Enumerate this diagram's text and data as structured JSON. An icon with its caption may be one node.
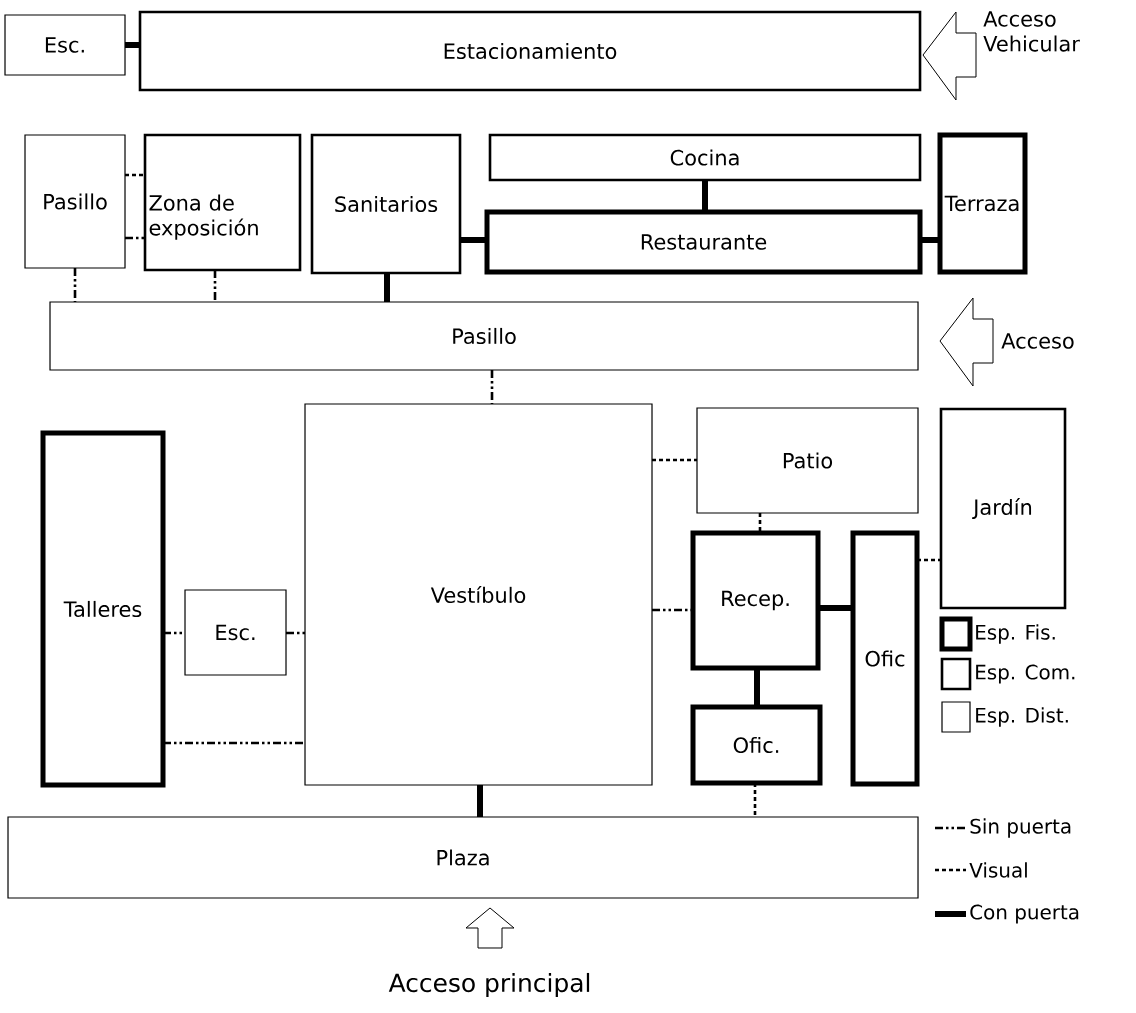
{
  "diagram": {
    "nodes": [
      {
        "text": [
          "Esc."
        ]
      },
      {
        "text": [
          "Estacionamiento"
        ]
      },
      {
        "text": [
          "Pasillo"
        ]
      },
      {
        "text": [
          "Zona de exposición"
        ]
      },
      {
        "text": [
          "Sanitarios"
        ]
      },
      {
        "text": [
          "Cocina"
        ]
      },
      {
        "text": [
          "Restaurante"
        ]
      },
      {
        "text": [
          "Terraza"
        ]
      },
      {
        "text": [
          "Pasillo"
        ]
      },
      {
        "text": [
          "Vestíbulo"
        ]
      },
      {
        "text": [
          "Patio"
        ]
      },
      {
        "text": [
          "Jardín"
        ]
      },
      {
        "text": [
          "Talleres"
        ]
      },
      {
        "text": [
          "Esc."
        ]
      },
      {
        "text": [
          "Recep."
        ]
      },
      {
        "text": [
          "Ofic"
        ]
      },
      {
        "text": [
          "Ofic."
        ]
      },
      {
        "text": [
          "Plaza"
        ]
      }
    ],
    "edges": [
      {
        "from": 0,
        "to": 1,
        "arrow": "none",
        "style": "thick"
      },
      {
        "from": 2,
        "to": 3,
        "arrow": "none",
        "style": "dashed"
      },
      {
        "from": 2,
        "to": 3,
        "arrow": "none",
        "style": "dashed"
      },
      {
        "from": 2,
        "to": 8,
        "arrow": "none",
        "style": "dashed"
      },
      {
        "from": 3,
        "to": 8,
        "arrow": "none",
        "style": "dashed"
      },
      {
        "from": 4,
        "to": 8,
        "arrow": "none",
        "style": "thick"
      },
      {
        "from": 4,
        "to": 6,
        "arrow": "none",
        "style": "thick"
      },
      {
        "from": 5,
        "to": 6,
        "arrow": "none",
        "style": "thick"
      },
      {
        "from": 6,
        "to": 7,
        "arrow": "none",
        "style": "thick"
      },
      {
        "from": 8,
        "to": 9,
        "arrow": "none",
        "style": "dashed"
      },
      {
        "from": 9,
        "to": 10,
        "arrow": "none",
        "style": "dashed"
      },
      {
        "from": 9,
        "to": 14,
        "arrow": "none",
        "style": "dashed"
      },
      {
        "from": 12,
        "to": 13,
        "arrow": "none",
        "style": "dashed"
      },
      {
        "from": 13,
        "to": 9,
        "arrow": "none",
        "style": "dashed"
      },
      {
        "from": 12,
        "to": 9,
        "arrow": "none",
        "style": "dashed"
      },
      {
        "from": 10,
        "to": 14,
        "arrow": "none",
        "style": "dashed"
      },
      {
        "from": 14,
        "to": 15,
        "arrow": "none",
        "style": "thick"
      },
      {
        "from": 14,
        "to": 16,
        "arrow": "none",
        "style": "thick"
      },
      {
        "from": 15,
        "to": 11,
        "arrow": "none",
        "style": "dashed"
      },
      {
        "from": 9,
        "to": 17,
        "arrow": "none",
        "style": "thick"
      },
      {
        "from": 16,
        "to": 17,
        "arrow": "none",
        "style": "dashed"
      },
      {
        "from": null,
        "to": 1,
        "arrow": "to"
      },
      {
        "from": null,
        "to": 8,
        "arrow": "to"
      },
      {
        "from": null,
        "to": 17,
        "arrow": "to"
      }
    ],
    "labels": [
      "Acceso Vehicular",
      "Acceso",
      "Acceso principal"
    ],
    "legend": [
      {
        "text": "Esp. Fis."
      },
      {
        "text": "Esp. Com."
      },
      {
        "text": "Esp. Dist."
      },
      {
        "text": "Sin puerta"
      },
      {
        "text": "Visual"
      },
      {
        "text": "Con puerta"
      }
    ]
  }
}
